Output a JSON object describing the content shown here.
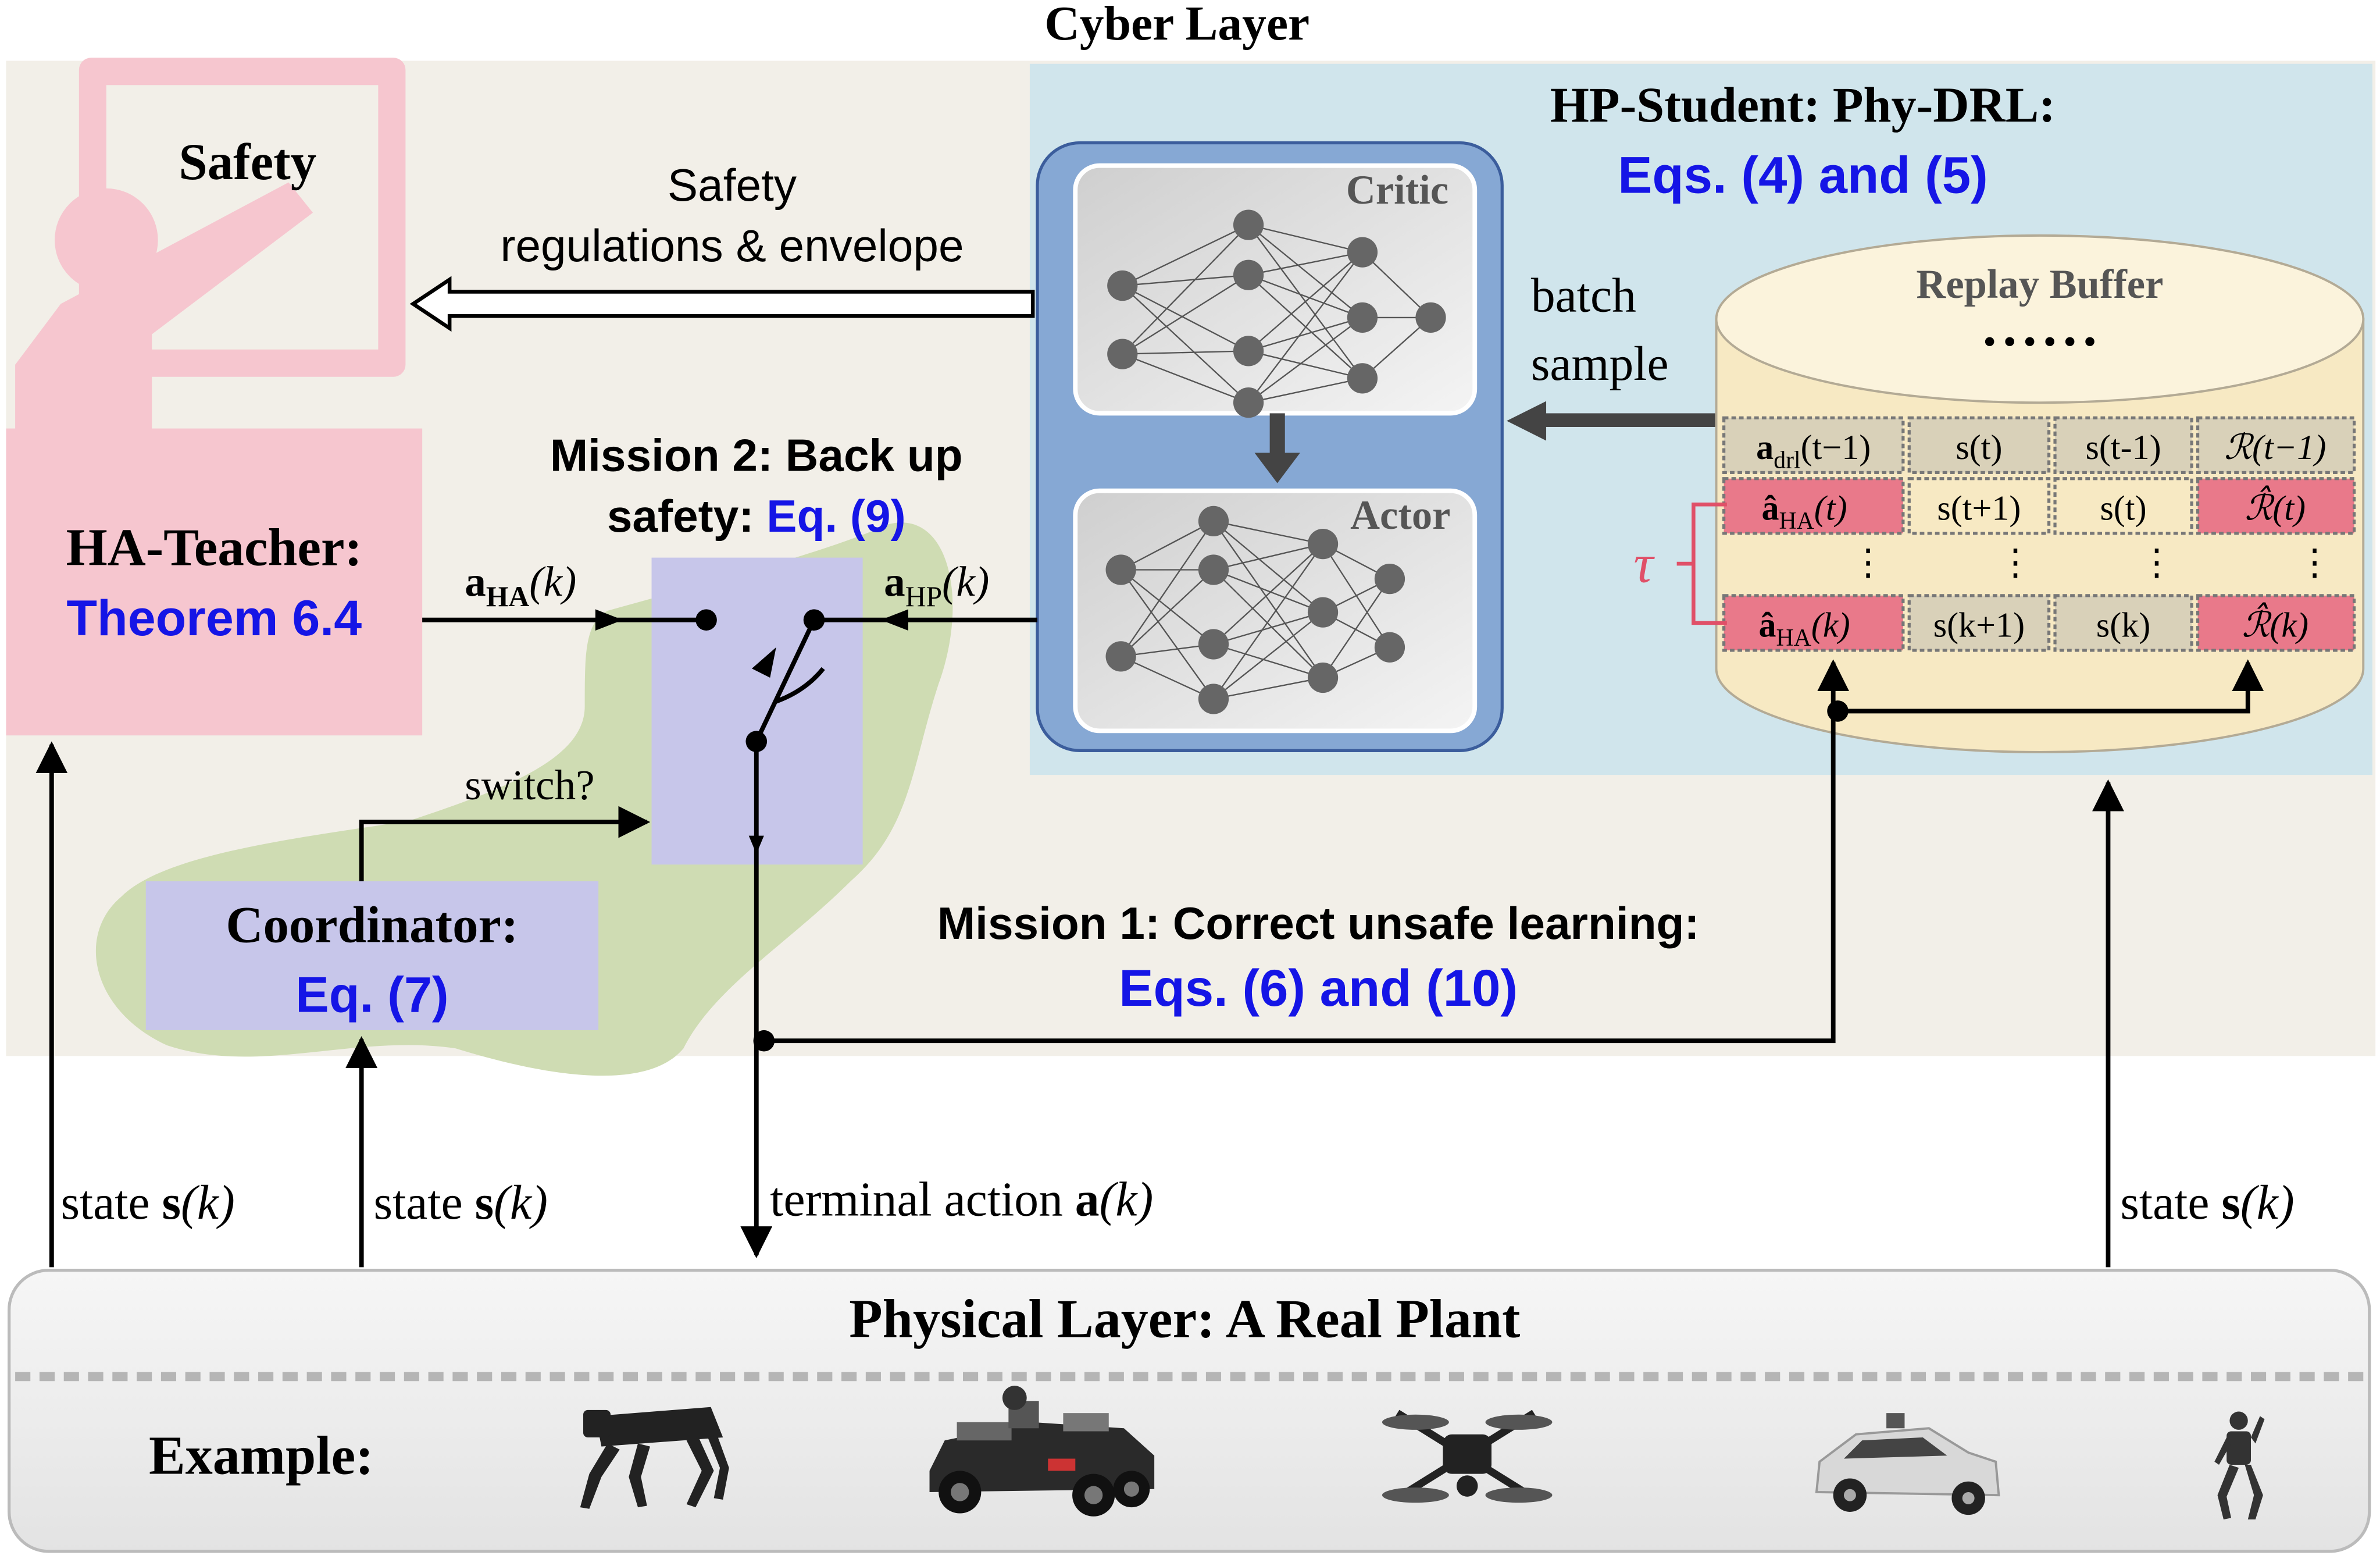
{
  "cyber_layer": {
    "title": "Cyber Layer"
  },
  "safety_board": {
    "label": "Safety"
  },
  "safety_arrow": {
    "line1": "Safety",
    "line2": "regulations & envelope"
  },
  "ha_teacher": {
    "title": "HA-Teacher:",
    "ref": "Theorem 6.4"
  },
  "hp_student": {
    "title": "HP-Student: Phy-DRL:",
    "ref": "Eqs. (4) and (5)"
  },
  "networks": {
    "critic": "Critic",
    "actor": "Actor"
  },
  "batch_sample": {
    "line1": "batch",
    "line2": "sample"
  },
  "replay_buffer": {
    "title": "Replay Buffer",
    "ellipsis": "• • • • • •",
    "tau": "τ",
    "rows": [
      {
        "a": "a",
        "a_sub": "drl",
        "a_arg": "(t−1)",
        "s_next": "s(t)",
        "s_cur": "s(t-1)",
        "r": "ℛ(t−1)"
      },
      {
        "a": "â",
        "a_sub": "HA",
        "a_arg": "(t)",
        "s_next": "s(t+1)",
        "s_cur": "s(t)",
        "r": "ℛ̂(t)"
      },
      {
        "a": "â",
        "a_sub": "HA",
        "a_arg": "(k)",
        "s_next": "s(k+1)",
        "s_cur": "s(k)",
        "r": "ℛ̂(k)"
      }
    ],
    "vdots": "⋮"
  },
  "mission2": {
    "line1": "Mission 2: Back up",
    "line2": "safety:",
    "ref": "Eq. (9)"
  },
  "mission1": {
    "line1": "Mission 1: Correct unsafe learning:",
    "ref": "Eqs. (6) and (10)"
  },
  "signals": {
    "a_ha": "a",
    "a_ha_sub": "HA",
    "a_ha_arg": "(k)",
    "a_hp": "a",
    "a_hp_sub": "HP",
    "a_hp_arg": "(k)",
    "switch": "switch?"
  },
  "coordinator": {
    "title": "Coordinator:",
    "ref": "Eq. (7)"
  },
  "state_labels": {
    "prefix": "state ",
    "bold": "s",
    "arg": "(k)"
  },
  "terminal": {
    "prefix": "terminal action ",
    "bold": "a",
    "arg": "(k)"
  },
  "physical_layer": {
    "title": "Physical Layer: A Real Plant",
    "example": "Example:"
  },
  "examples": [
    "quadruped-robot",
    "autonomous-rc-car",
    "quadrotor-drone",
    "self-driving-car",
    "humanoid-robot"
  ],
  "colors": {
    "cyber_bg": "#f2efe8",
    "student_bg": "#d0e5ec",
    "teacher_pink": "#f6c6cf",
    "network_blue": "#86a8d4",
    "switch_purple": "#c7c6ea",
    "mission_green": "#cfdcb3",
    "buffer_yellow": "#f7e9c3",
    "cell_tan": "#d9d1b9",
    "cell_pink": "#e9798a",
    "ref_blue": "#1515e6"
  }
}
